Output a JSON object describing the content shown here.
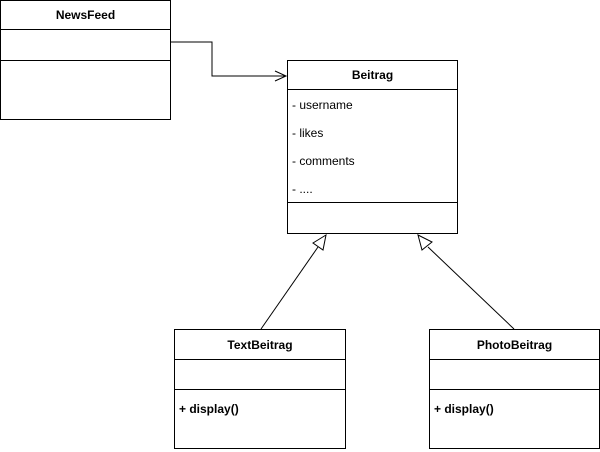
{
  "classes": {
    "newsfeed": {
      "name": "NewsFeed"
    },
    "beitrag": {
      "name": "Beitrag",
      "attributes": [
        "- username",
        "- likes",
        "- comments",
        "- ...."
      ]
    },
    "textbeitrag": {
      "name": "TextBeitrag",
      "methods": [
        "+ display()"
      ]
    },
    "photobeitrag": {
      "name": "PhotoBeitrag",
      "methods": [
        "+ display()"
      ]
    }
  },
  "relations": [
    {
      "type": "association",
      "from": "NewsFeed",
      "to": "Beitrag"
    },
    {
      "type": "generalization",
      "from": "TextBeitrag",
      "to": "Beitrag"
    },
    {
      "type": "generalization",
      "from": "PhotoBeitrag",
      "to": "Beitrag"
    }
  ]
}
